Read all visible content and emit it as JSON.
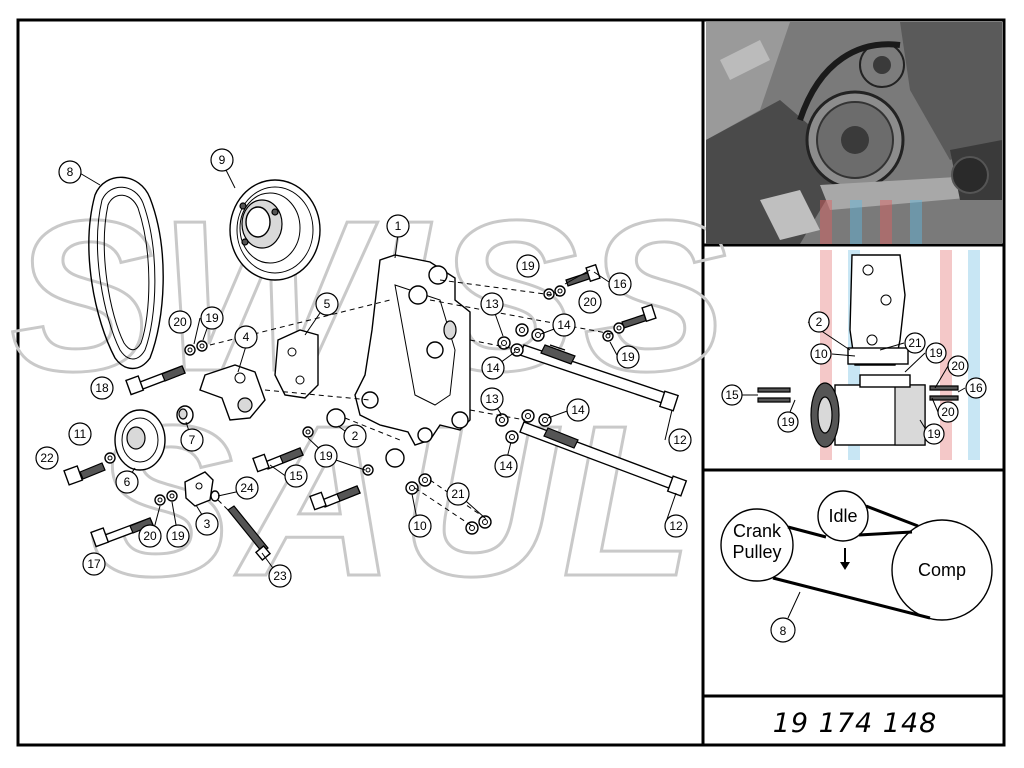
{
  "watermark": {
    "line1": "SWISS",
    "line2": "SAUL"
  },
  "callouts": {
    "c1": "1",
    "c2": "2",
    "c3": "3",
    "c4": "4",
    "c5": "5",
    "c6": "6",
    "c7": "7",
    "c8": "8",
    "c9": "9",
    "c10": "10",
    "c11": "11",
    "c12": "12",
    "c13": "13",
    "c14": "14",
    "c15": "15",
    "c16": "16",
    "c17": "17",
    "c18": "18",
    "c19": "19",
    "c20": "20",
    "c21": "21",
    "c22": "22",
    "c23": "23",
    "c24": "24"
  },
  "belt_diagram": {
    "crank_line1": "Crank",
    "crank_line2": "Pulley",
    "idle": "Idle",
    "comp": "Comp",
    "belt_callout": "8"
  },
  "part_number": "19 174 148",
  "colors": {
    "watermark_red": "#e06060",
    "watermark_blue": "#60b8e0",
    "photo_bg": "#7a7a7a"
  }
}
